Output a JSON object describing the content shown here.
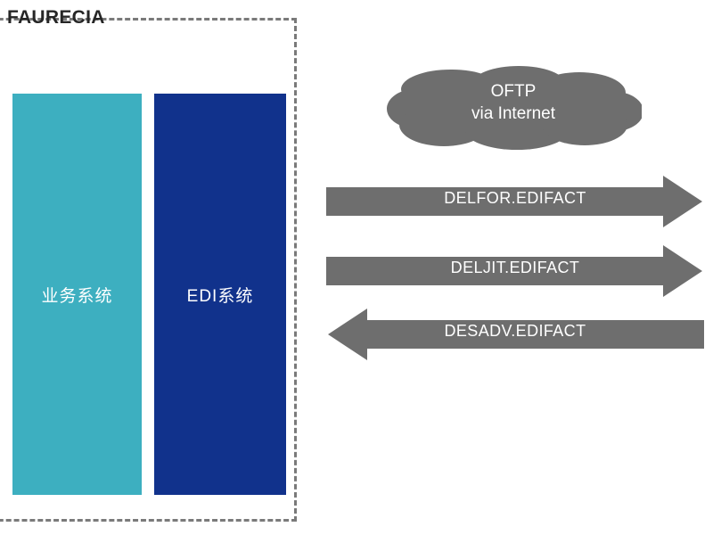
{
  "diagram": {
    "title": "FAURECIA",
    "boundary": {
      "style": "dashed",
      "color": "#7a7a7a"
    },
    "systems": [
      {
        "id": "business-system",
        "label": "业务系统",
        "color": "#3DAFC0",
        "text_color": "#ffffff"
      },
      {
        "id": "edi-system",
        "label": "EDI系统",
        "color": "#11328C",
        "text_color": "#ffffff"
      }
    ],
    "cloud": {
      "name": "oftp-cloud",
      "line1": "OFTP",
      "line2": "via Internet",
      "color": "#6E6E6E",
      "text_color": "#ffffff"
    },
    "flows": [
      {
        "id": "delfor",
        "label": "DELFOR.EDIFACT",
        "direction": "right",
        "color": "#6E6E6E",
        "text_color": "#ffffff"
      },
      {
        "id": "deljit",
        "label": "DELJIT.EDIFACT",
        "direction": "right",
        "color": "#6E6E6E",
        "text_color": "#ffffff"
      },
      {
        "id": "desadv",
        "label": "DESADV.EDIFACT",
        "direction": "left",
        "color": "#6E6E6E",
        "text_color": "#ffffff"
      }
    ]
  }
}
